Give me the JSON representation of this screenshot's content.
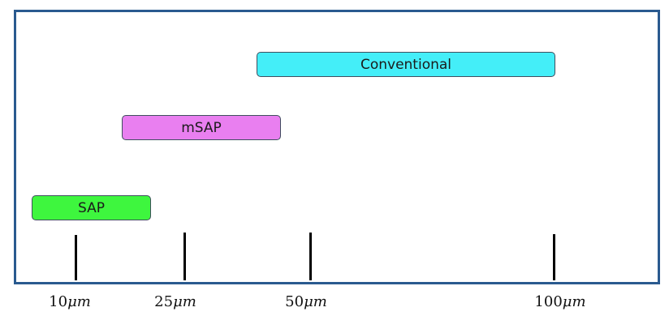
{
  "bars": {
    "conventional": {
      "label": "Conventional",
      "color": "#44eef8"
    },
    "msap": {
      "label": "mSAP",
      "color": "#e97ff0"
    },
    "sap": {
      "label": "SAP",
      "color": "#3ef63e"
    }
  },
  "axis": {
    "ticks": [
      {
        "value": "10",
        "unit": "μm"
      },
      {
        "value": "25",
        "unit": "μm"
      },
      {
        "value": "50",
        "unit": "μm"
      },
      {
        "value": "100",
        "unit": "μm"
      }
    ]
  },
  "colors": {
    "frame": "#2a5a8f",
    "tick": "#000000"
  }
}
